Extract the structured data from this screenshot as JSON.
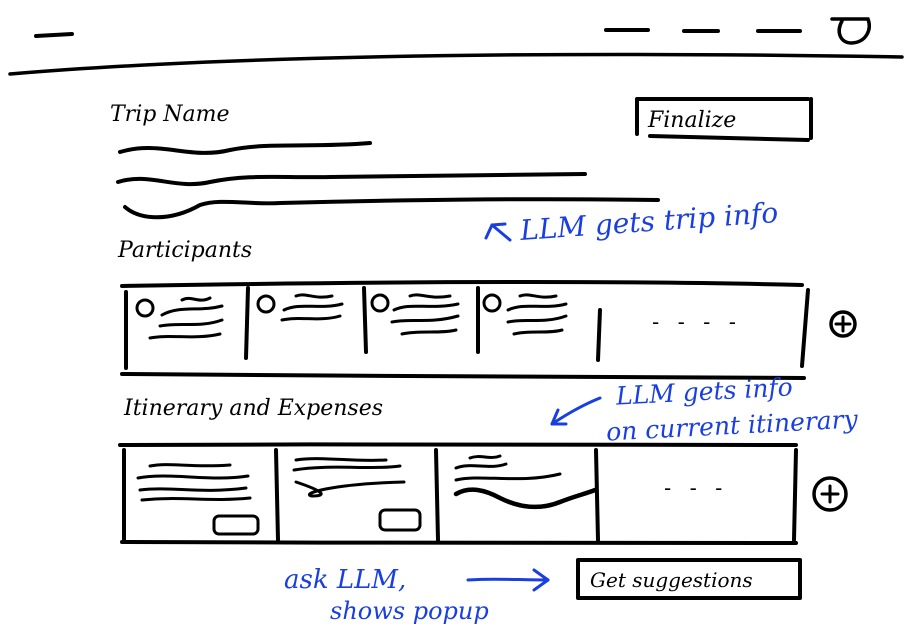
{
  "header": {
    "nav_items": [
      "—",
      "—",
      "—"
    ]
  },
  "trip": {
    "title": "Trip Name",
    "finalize_label": "Finalize"
  },
  "participants": {
    "heading": "Participants",
    "more_indicator": "- - - -",
    "count_cards": 4
  },
  "itinerary": {
    "heading": "Itinerary and Expenses",
    "more_indicator": "- - -",
    "count_cards": 3
  },
  "actions": {
    "get_suggestions_label": "Get suggestions"
  },
  "annotations": {
    "trip_info": "LLM gets trip info",
    "itinerary_info_line1": "LLM gets info",
    "itinerary_info_line2": "on current itinerary",
    "ask_llm_line1": "ask LLM,",
    "ask_llm_line2": "shows popup"
  },
  "colors": {
    "ink": "#000000",
    "annotation": "#1a3fe0"
  }
}
